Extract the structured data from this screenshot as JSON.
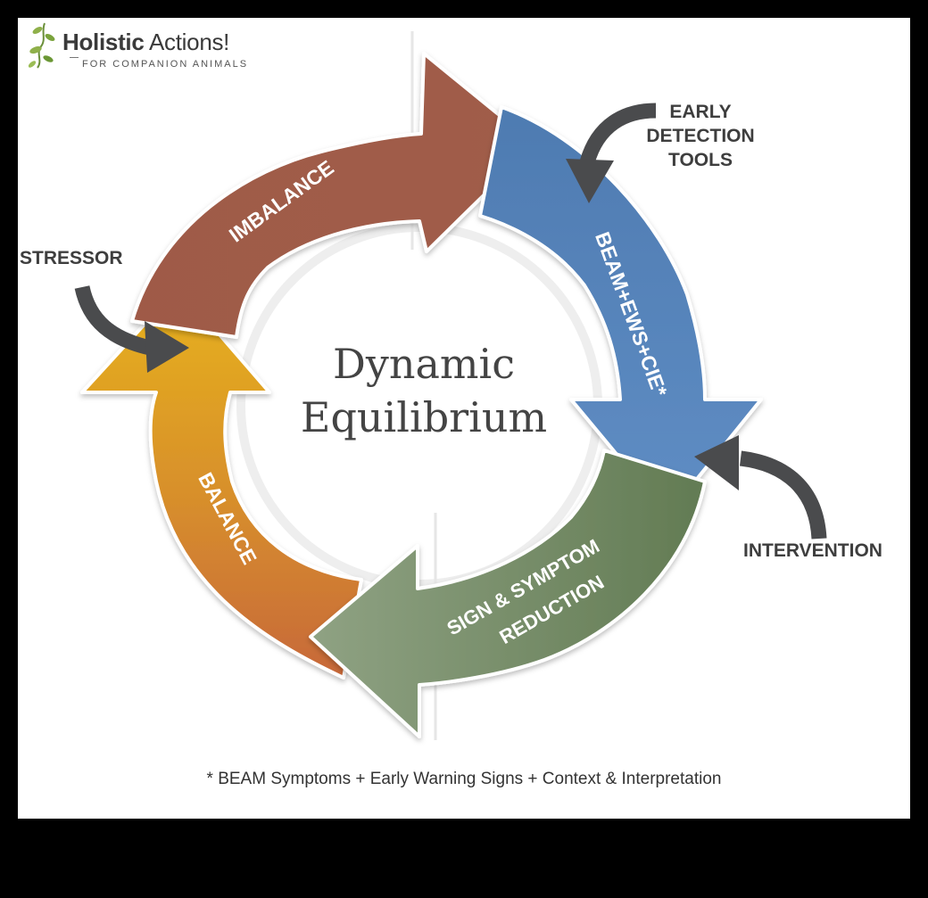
{
  "logo": {
    "title_bold": "Holistic",
    "title_rest": "Actions!",
    "subtitle": "FOR COMPANION ANIMALS",
    "icon": "vine-leaf-icon"
  },
  "center_title": [
    "Dynamic",
    "Equilibrium"
  ],
  "cycle": [
    {
      "label": "IMBALANCE",
      "color": "#9b5a47"
    },
    {
      "label": "BEAM+EWS+CIE*",
      "color": "#4f7fb5"
    },
    {
      "label": [
        "SIGN & SYMPTOM",
        "REDUCTION"
      ],
      "color": "#6f8a5e"
    },
    {
      "label": "BALANCE",
      "color": "#d2902e"
    }
  ],
  "inputs": [
    {
      "label": "STRESSOR"
    },
    {
      "label": [
        "EARLY",
        "DETECTION",
        "TOOLS"
      ]
    },
    {
      "label": "INTERVENTION"
    }
  ],
  "footnote": "* BEAM Symptoms + Early Warning Signs + Context & Interpretation",
  "colors": {
    "background": "#000000",
    "panel": "#ffffff",
    "arrow_dark": "#4a4b4d",
    "text": "#3e3e3e"
  }
}
